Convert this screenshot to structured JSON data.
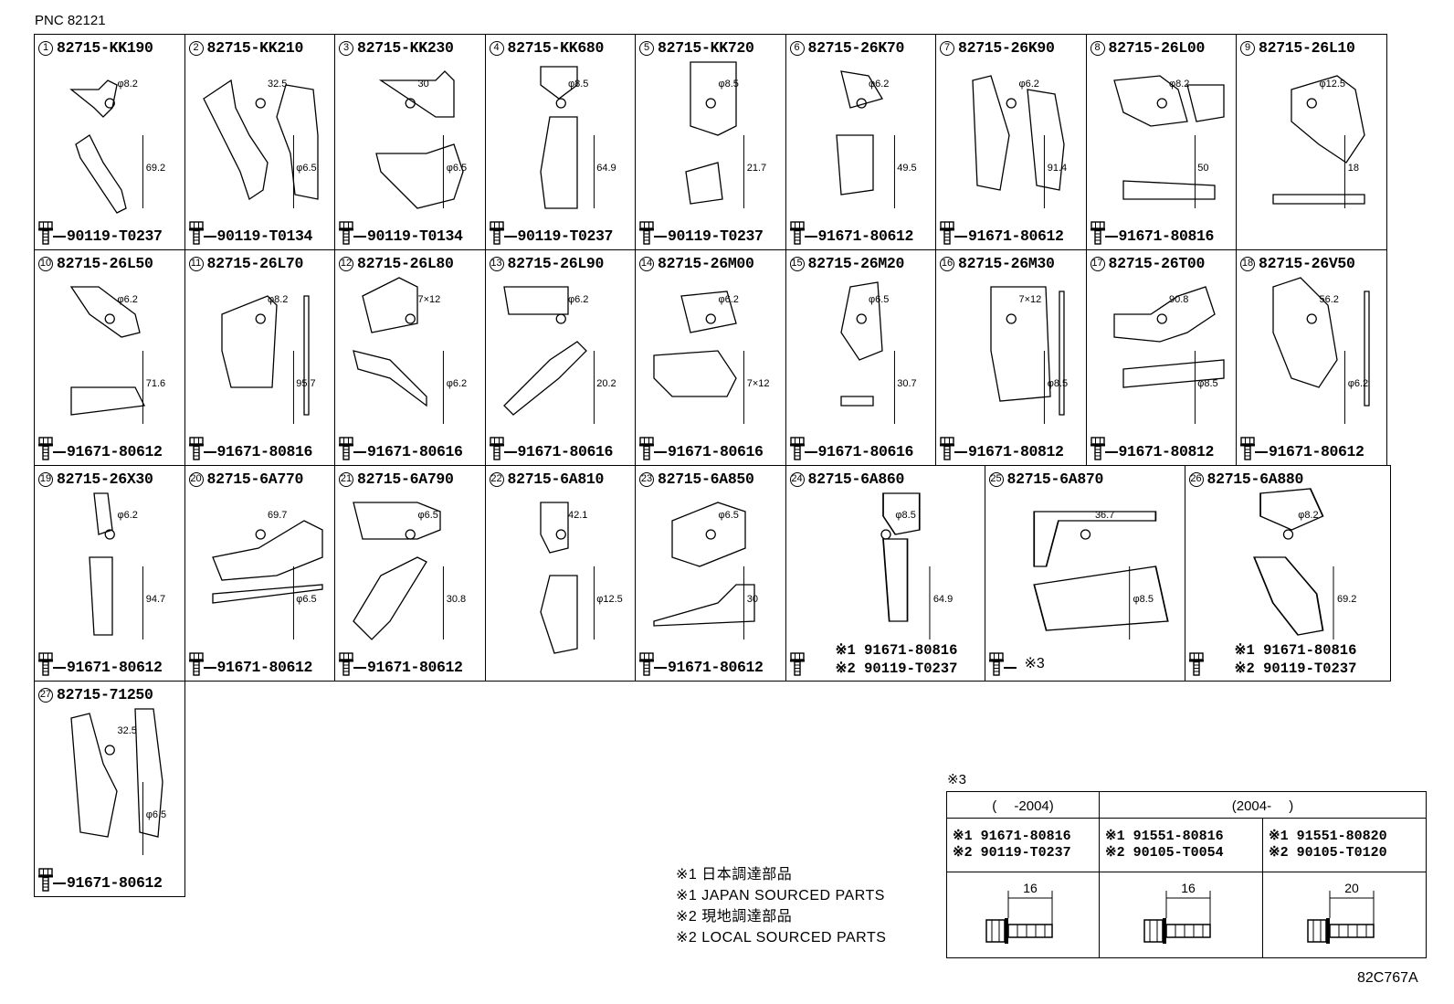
{
  "pnc": "PNC 82121",
  "figure_code": "82C767A",
  "cells": [
    {
      "num": "1",
      "part": "82715-KK190",
      "bolt": "90119-T0237",
      "dims": [
        "φ8.2",
        "69.2"
      ]
    },
    {
      "num": "2",
      "part": "82715-KK210",
      "bolt": "90119-T0134",
      "dims": [
        "32.5",
        "φ6.5"
      ]
    },
    {
      "num": "3",
      "part": "82715-KK230",
      "bolt": "90119-T0134",
      "dims": [
        "30",
        "φ6.5"
      ]
    },
    {
      "num": "4",
      "part": "82715-KK680",
      "bolt": "90119-T0237",
      "dims": [
        "φ8.5",
        "64.9"
      ]
    },
    {
      "num": "5",
      "part": "82715-KK720",
      "bolt": "90119-T0237",
      "dims": [
        "φ8.5",
        "21.7"
      ]
    },
    {
      "num": "6",
      "part": "82715-26K70",
      "bolt": "91671-80612",
      "dims": [
        "φ6.2",
        "49.5"
      ]
    },
    {
      "num": "7",
      "part": "82715-26K90",
      "bolt": "91671-80612",
      "dims": [
        "φ6.2",
        "91.4"
      ]
    },
    {
      "num": "8",
      "part": "82715-26L00",
      "bolt": "91671-80816",
      "dims": [
        "φ8.2",
        "50"
      ]
    },
    {
      "num": "9",
      "part": "82715-26L10",
      "bolt": "",
      "dims": [
        "φ12.5",
        "18"
      ]
    },
    {
      "num": "10",
      "part": "82715-26L50",
      "bolt": "91671-80612",
      "dims": [
        "φ6.2",
        "71.6"
      ]
    },
    {
      "num": "11",
      "part": "82715-26L70",
      "bolt": "91671-80816",
      "dims": [
        "φ8.2",
        "95.7"
      ]
    },
    {
      "num": "12",
      "part": "82715-26L80",
      "bolt": "91671-80616",
      "dims": [
        "7×12",
        "φ6.2"
      ]
    },
    {
      "num": "13",
      "part": "82715-26L90",
      "bolt": "91671-80616",
      "dims": [
        "φ6.2",
        "20.2"
      ]
    },
    {
      "num": "14",
      "part": "82715-26M00",
      "bolt": "91671-80616",
      "dims": [
        "φ6.2",
        "7×12"
      ]
    },
    {
      "num": "15",
      "part": "82715-26M20",
      "bolt": "91671-80616",
      "dims": [
        "φ6.5",
        "30.7"
      ]
    },
    {
      "num": "16",
      "part": "82715-26M30",
      "bolt": "91671-80812",
      "dims": [
        "7×12",
        "φ8.5"
      ]
    },
    {
      "num": "17",
      "part": "82715-26T00",
      "bolt": "91671-80812",
      "dims": [
        "90.8",
        "φ8.5"
      ]
    },
    {
      "num": "18",
      "part": "82715-26V50",
      "bolt": "91671-80612",
      "dims": [
        "56.2",
        "φ6.2"
      ]
    },
    {
      "num": "19",
      "part": "82715-26X30",
      "bolt": "91671-80612",
      "dims": [
        "φ6.2",
        "94.7"
      ]
    },
    {
      "num": "20",
      "part": "82715-6A770",
      "bolt": "91671-80612",
      "dims": [
        "69.7",
        "φ6.5"
      ]
    },
    {
      "num": "21",
      "part": "82715-6A790",
      "bolt": "91671-80612",
      "dims": [
        "φ6.5",
        "30.8"
      ]
    },
    {
      "num": "22",
      "part": "82715-6A810",
      "bolt": "",
      "dims": [
        "42.1",
        "φ12.5"
      ]
    },
    {
      "num": "23",
      "part": "82715-6A850",
      "bolt": "91671-80612",
      "dims": [
        "φ6.5",
        "30"
      ]
    },
    {
      "num": "24",
      "part": "82715-6A860",
      "bolt": "",
      "dims": [
        "φ8.5",
        "64.9"
      ],
      "dual": [
        "※1  91671-80816",
        "※2  90119-T0237"
      ]
    },
    {
      "num": "25",
      "part": "82715-6A870",
      "bolt": "",
      "dims": [
        "36.7",
        "φ8.5"
      ],
      "ref": "※3"
    },
    {
      "num": "26",
      "part": "82715-6A880",
      "bolt": "",
      "dims": [
        "φ8.2",
        "69.2"
      ],
      "dual": [
        "※1  91671-80816",
        "※2  90119-T0237"
      ]
    },
    {
      "num": "27",
      "part": "82715-71250",
      "bolt": "91671-80612",
      "dims": [
        "32.5",
        "φ6.5"
      ]
    }
  ],
  "legend": [
    "※1 日本調達部品",
    "※1 JAPAN SOURCED PARTS",
    "※2 現地調達部品",
    "※2 LOCAL SOURCED PARTS"
  ],
  "note3": {
    "label": "※3",
    "headers": [
      "(　 -2004)",
      "(2004-　 )"
    ],
    "cols": [
      {
        "l1": "※1 91671-80816",
        "l2": "※2 90119-T0237",
        "length": "16"
      },
      {
        "l1": "※1 91551-80816",
        "l2": "※2 90105-T0054",
        "length": "16"
      },
      {
        "l1": "※1 91551-80820",
        "l2": "※2 90105-T0120",
        "length": "20"
      }
    ]
  }
}
